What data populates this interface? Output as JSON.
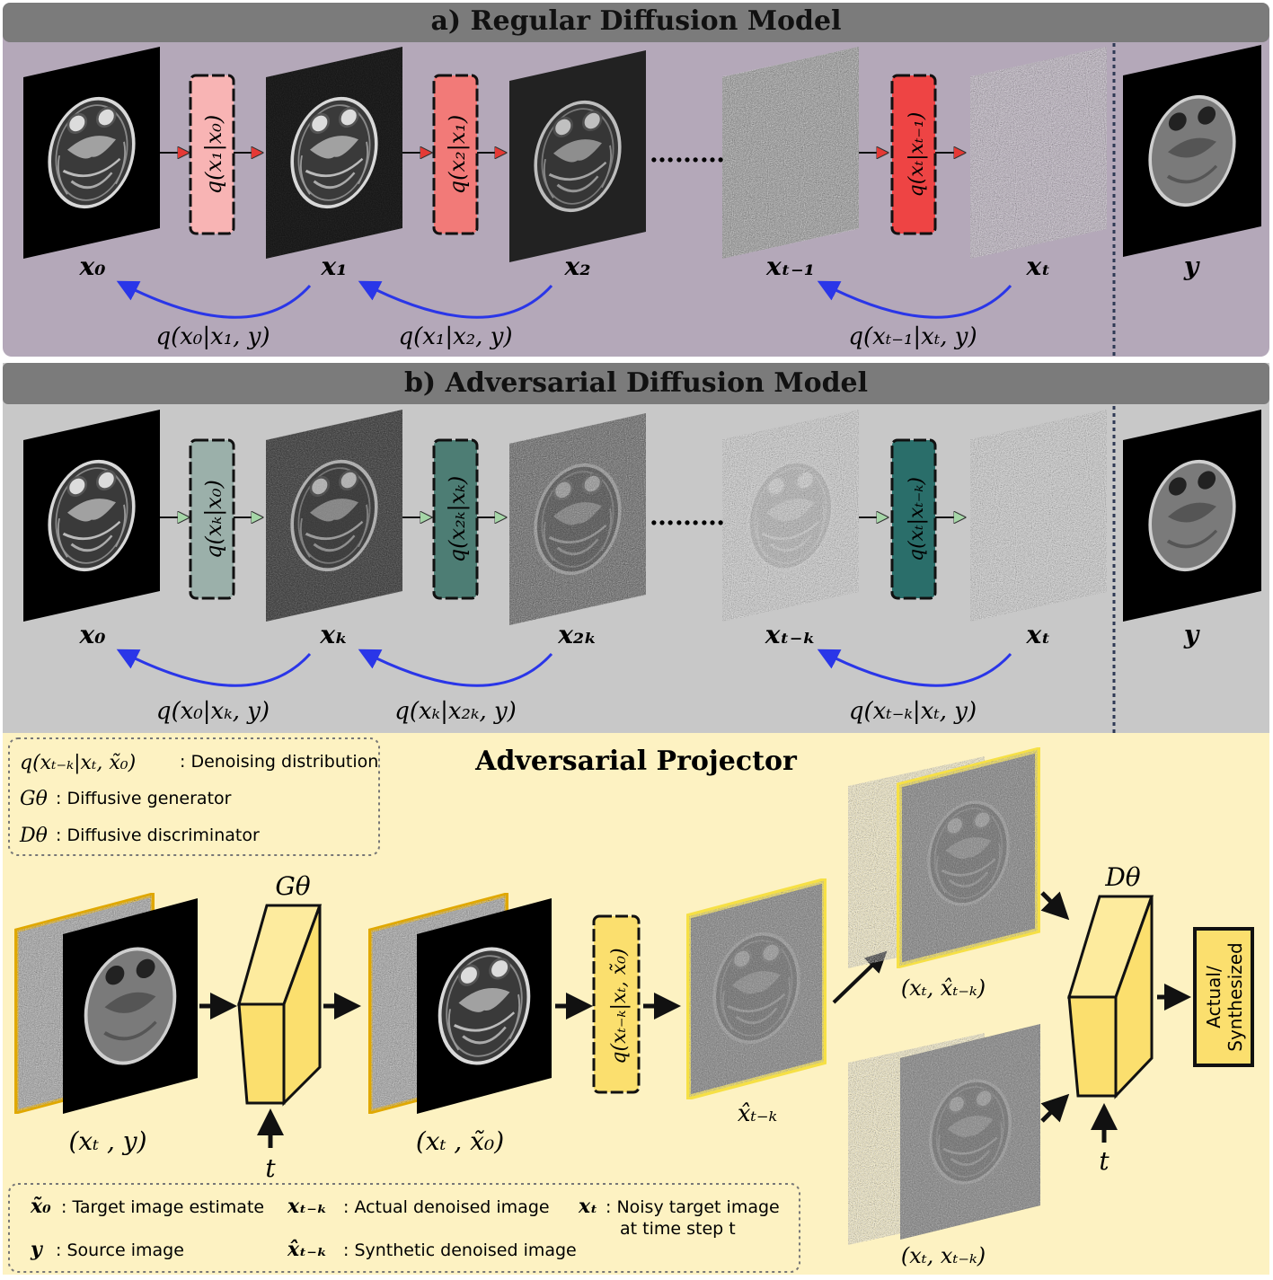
{
  "panel_a": {
    "title": "a) Regular Diffusion Model",
    "labels": [
      "x₀",
      "x₁",
      "x₂",
      "xₜ₋₁",
      "xₜ",
      "y"
    ],
    "forward": [
      "q(x₁|x₀)",
      "q(x₂|x₁)",
      "q(xₜ|xₜ₋₁)"
    ],
    "reverse": [
      "q(x₀|x₁, y)",
      "q(x₁|x₂, y)",
      "q(xₜ₋₁|xₜ, y)"
    ],
    "dots": "………",
    "colors": {
      "bg": "#b4a8b9",
      "q1": "#f8b4b4",
      "q2": "#f27a78",
      "q3": "#ee4444"
    }
  },
  "panel_b": {
    "title": "b) Adversarial Diffusion Model",
    "labels": [
      "x₀",
      "xₖ",
      "x₂ₖ",
      "xₜ₋ₖ",
      "xₜ",
      "y"
    ],
    "forward": [
      "q(xₖ|x₀)",
      "q(x₂ₖ|xₖ)",
      "q(xₜ|xₜ₋ₖ)"
    ],
    "reverse": [
      "q(x₀|xₖ, y)",
      "q(xₖ|x₂ₖ, y)",
      "q(xₜ₋ₖ|xₜ, y)"
    ],
    "dots": "………",
    "colors": {
      "bg": "#c8c8c8",
      "q1": "#9bb0aa",
      "q2": "#4d7d74",
      "q3": "#2a6e6a"
    }
  },
  "panel_c": {
    "title": "Adversarial Projector",
    "legend_top": [
      {
        "sym": "q(xₜ₋ₖ|xₜ, x̃₀)",
        "desc": ": Denoising distribution"
      },
      {
        "sym": "Gθ",
        "desc": ": Diffusive generator"
      },
      {
        "sym": "Dθ",
        "desc": ": Diffusive discriminator"
      }
    ],
    "generator_label": "Gθ",
    "discriminator_label": "Dθ",
    "input_pair": "(xₜ , y)",
    "estimate_pair": "(xₜ , x̃₀)",
    "denoise_q": "q(xₜ₋ₖ|xₜ, x̃₀)",
    "synthetic_label": "x̂ₜ₋ₖ",
    "fake_pair": "(xₜ, x̂ₜ₋ₖ)",
    "real_pair": "(xₜ, xₜ₋ₖ)",
    "t_label": "t",
    "output_label_1": "Actual/",
    "output_label_2": "Synthesized",
    "legend_bottom": [
      {
        "sym": "x̃₀",
        "desc": ": Target image estimate"
      },
      {
        "sym": "xₜ₋ₖ",
        "desc": ": Actual denoised image"
      },
      {
        "sym": "xₜ",
        "desc": ": Noisy target image"
      },
      {
        "sym": "",
        "desc": "at time step t"
      },
      {
        "sym": "y",
        "desc": ": Source image"
      },
      {
        "sym": "x̂ₜ₋ₖ",
        "desc": ": Synthetic denoised image"
      }
    ],
    "colors": {
      "bg": "#fdf2c2",
      "block": "#fbdf6e",
      "frame": "#f6e045",
      "frame_dark": "#e0a800"
    }
  }
}
